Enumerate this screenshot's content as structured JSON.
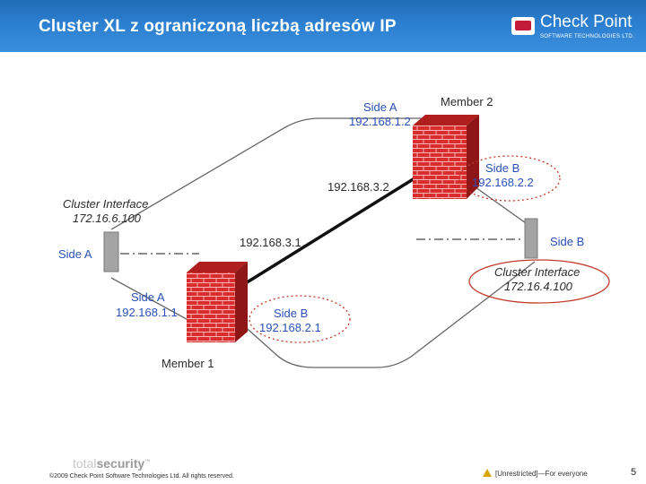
{
  "header": {
    "title": "Cluster XL z ograniczoną liczbą adresów IP",
    "logo_name": "Check Point",
    "logo_sub": "SOFTWARE TECHNOLOGIES LTD."
  },
  "diagram": {
    "member2": {
      "name": "Member 2",
      "side_a_label": "Side A",
      "side_a_ip": "192.168.1.2",
      "side_b_label": "Side B",
      "side_b_ip": "192.168.2.2",
      "sync_ip": "192.168.3.2"
    },
    "member1": {
      "name": "Member 1",
      "side_a_label": "Side A",
      "side_a_ip": "192.168.1.1",
      "side_b_label": "Side B",
      "side_b_ip": "192.168.2.1",
      "sync_ip": "192.168.3.1"
    },
    "left_cluster": {
      "title": "Cluster Interface",
      "ip": "172.16.6.100",
      "side_label": "Side A"
    },
    "right_cluster": {
      "title": "Cluster Interface",
      "ip": "172.16.4.100",
      "side_label": "Side B"
    },
    "colors": {
      "blue_text": "#2a50b8",
      "firewall_red": "#d4232b",
      "highlight_ring": "#c0392b",
      "switch_gray": "#9a9a9a"
    }
  },
  "footer": {
    "brand_a": "total",
    "brand_b": "security",
    "tm": "™",
    "copyright": "©2009 Check Point Software Technologies Ltd. All rights reserved.",
    "classification": "[Unrestricted]—For everyone",
    "page": "5"
  }
}
